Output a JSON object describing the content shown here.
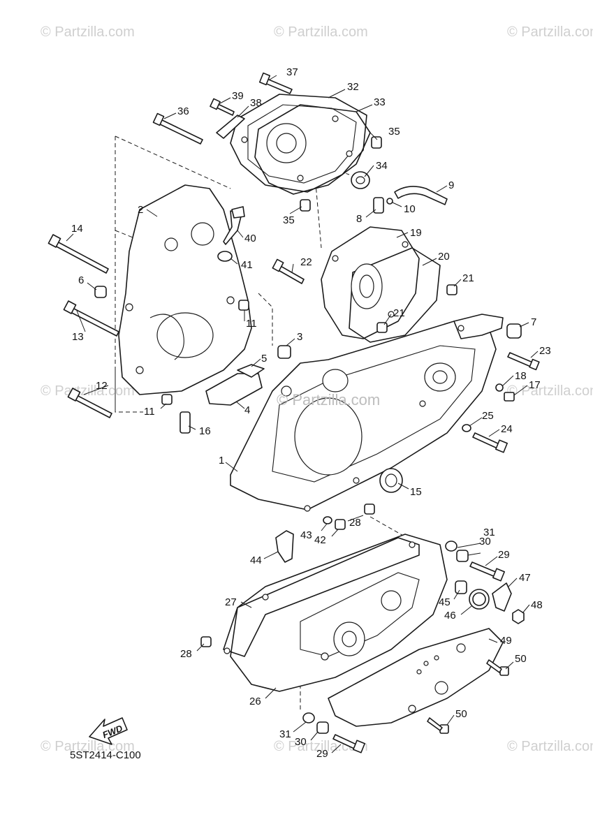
{
  "watermarks": {
    "text": "© Partzilla.com",
    "center_text": "© Partzilla.com"
  },
  "diagram_code": "5ST2414-C100",
  "fwd_label": "FWD",
  "callouts": {
    "c1": "1",
    "c2": "2",
    "c3": "3",
    "c4": "4",
    "c5": "5",
    "c6": "6",
    "c7": "7",
    "c8": "8",
    "c9": "9",
    "c10": "10",
    "c11a": "11",
    "c11b": "11",
    "c12": "12",
    "c13": "13",
    "c14": "14",
    "c15": "15",
    "c16": "16",
    "c17": "17",
    "c18": "18",
    "c19": "19",
    "c20": "20",
    "c21a": "21",
    "c21b": "21",
    "c22": "22",
    "c23": "23",
    "c24": "24",
    "c25": "25",
    "c26": "26",
    "c27": "27",
    "c28a": "28",
    "c28b": "28",
    "c29a": "29",
    "c29b": "29",
    "c30a": "30",
    "c30b": "30",
    "c31a": "31",
    "c31b": "31",
    "c32": "32",
    "c33": "33",
    "c34": "34",
    "c35a": "35",
    "c35b": "35",
    "c36": "36",
    "c37": "37",
    "c38": "38",
    "c39": "39",
    "c40": "40",
    "c41": "41",
    "c42": "42",
    "c43": "43",
    "c44": "44",
    "c45": "45",
    "c46": "46",
    "c47": "47",
    "c48": "48",
    "c49": "49",
    "c50a": "50",
    "c50b": "50"
  }
}
